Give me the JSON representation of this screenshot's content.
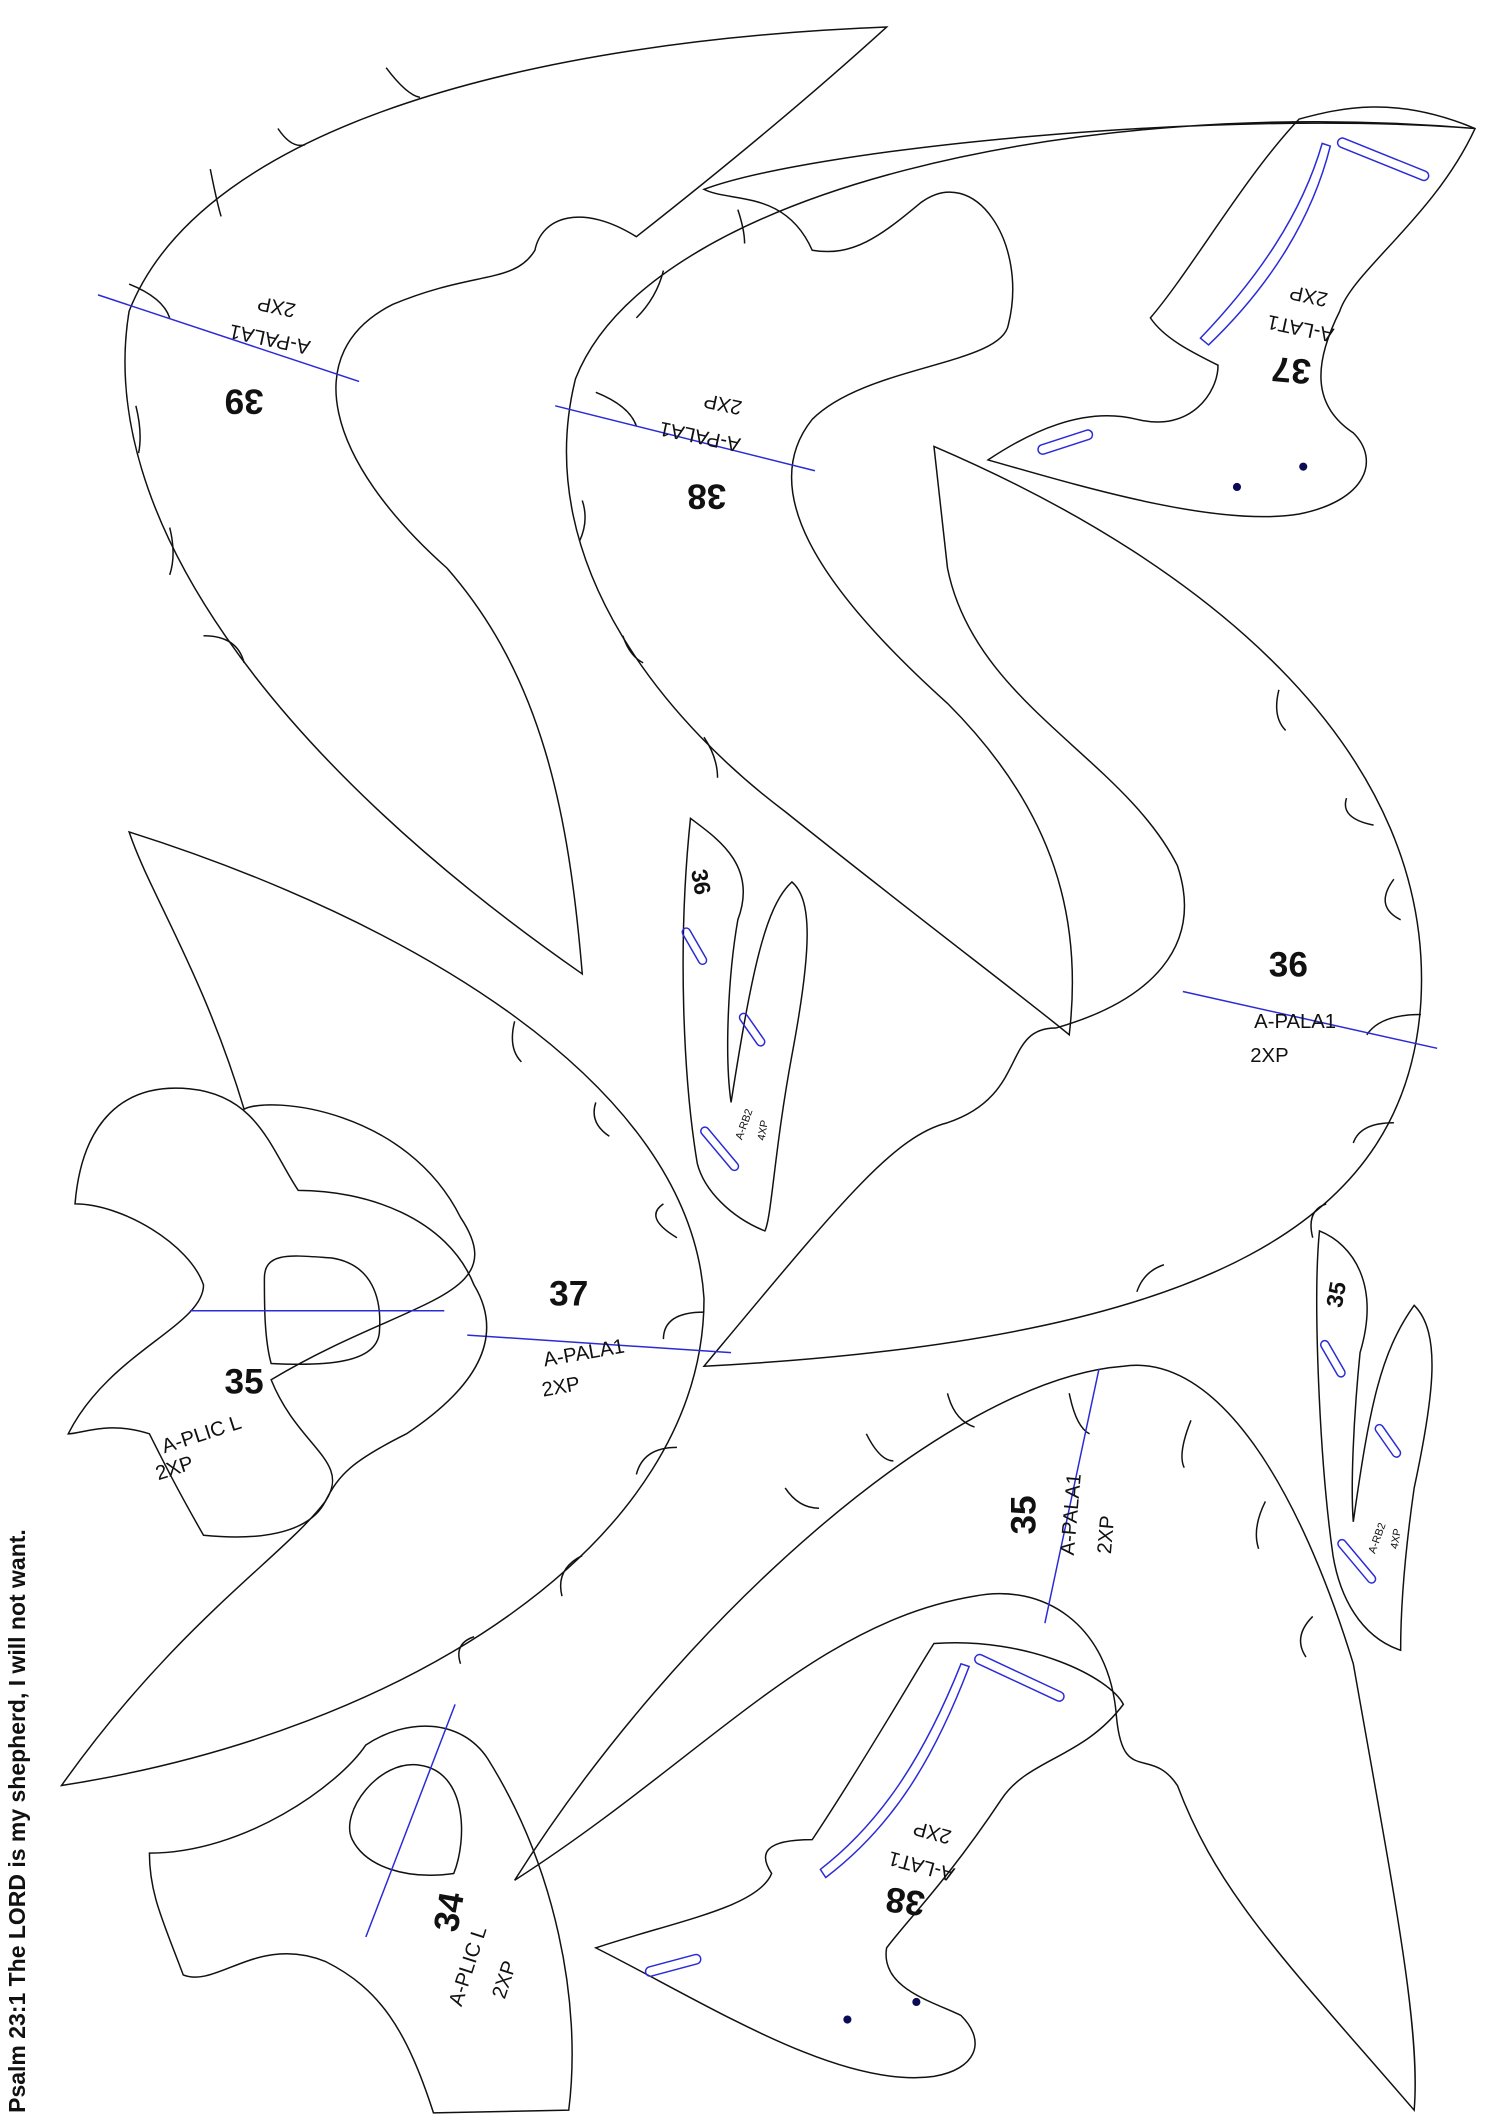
{
  "verse": "Psalm 23:1 The LORD is my shepherd, I will not want.",
  "pieces": [
    {
      "number": "39",
      "code": "A-PALA1",
      "qty": "2XP"
    },
    {
      "number": "38",
      "code": "A-PALA1",
      "qty": "2XP"
    },
    {
      "number": "37",
      "code": "A-LAT1",
      "qty": "2XP"
    },
    {
      "number": "36",
      "code": "A-PALA1",
      "qty": "2XP"
    },
    {
      "number": "37",
      "code": "A-PALA1",
      "qty": "2XP"
    },
    {
      "number": "35",
      "code": "A-PLIC L",
      "qty": "2XP"
    },
    {
      "number": "35",
      "code": "A-PALA1",
      "qty": "2XP"
    },
    {
      "number": "38",
      "code": "A-LAT1",
      "qty": "2XP"
    },
    {
      "number": "34",
      "code": "A-PLIC L",
      "qty": "2XP"
    },
    {
      "number": "36",
      "code": "A-RB2",
      "qty": "4XP"
    },
    {
      "number": "35",
      "code": "A-RB2",
      "qty": "4XP"
    }
  ],
  "colors": {
    "outline": "#111111",
    "grainline": "#2b2bd6",
    "marker": "#0b0b55"
  }
}
